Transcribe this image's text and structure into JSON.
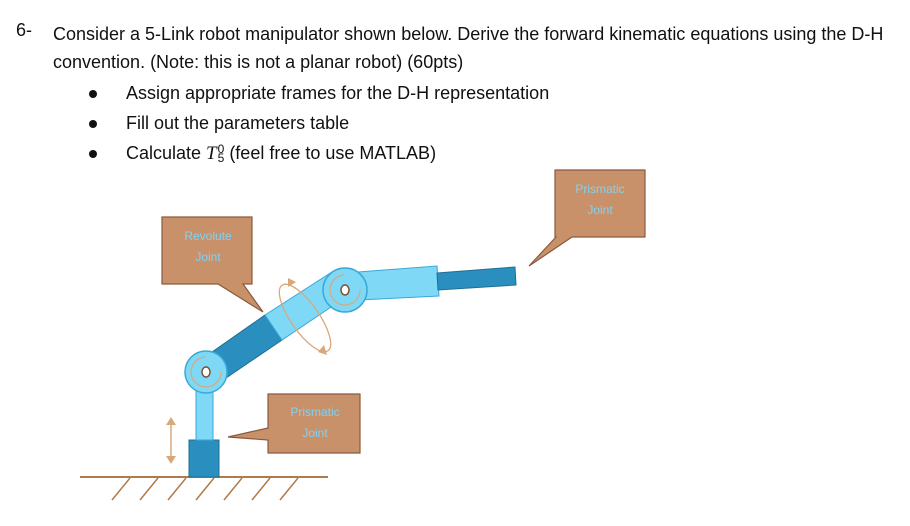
{
  "question": {
    "number": "6-",
    "text": "Consider a 5-Link robot manipulator shown below. Derive the forward kinematic equations using the D-H convention. (Note: this is not a planar robot) (60pts)",
    "bullets": [
      "Assign appropriate frames for the D-H representation",
      "Fill out the parameters table"
    ],
    "calculate": {
      "prefix": "Calculate ",
      "symbol": "T",
      "superscript": "0",
      "subscript": "5",
      "suffix": " (feel free to use MATLAB)"
    }
  },
  "callouts": {
    "revolute": {
      "line1": "Revolute",
      "line2": "Joint"
    },
    "prismatic_top": {
      "line1": "Prismatic",
      "line2": "Joint"
    },
    "prismatic_bottom": {
      "line1": "Prismatic",
      "line2": "Joint"
    }
  },
  "colors": {
    "callout_fill": "#c8916a",
    "callout_border": "#8a5a3c",
    "callout_text": "#7fd3f5",
    "link_light": "#7fd8f5",
    "link_dark": "#2a8fbf",
    "ground": "#b07a4a",
    "arrow": "#d9a87a"
  }
}
